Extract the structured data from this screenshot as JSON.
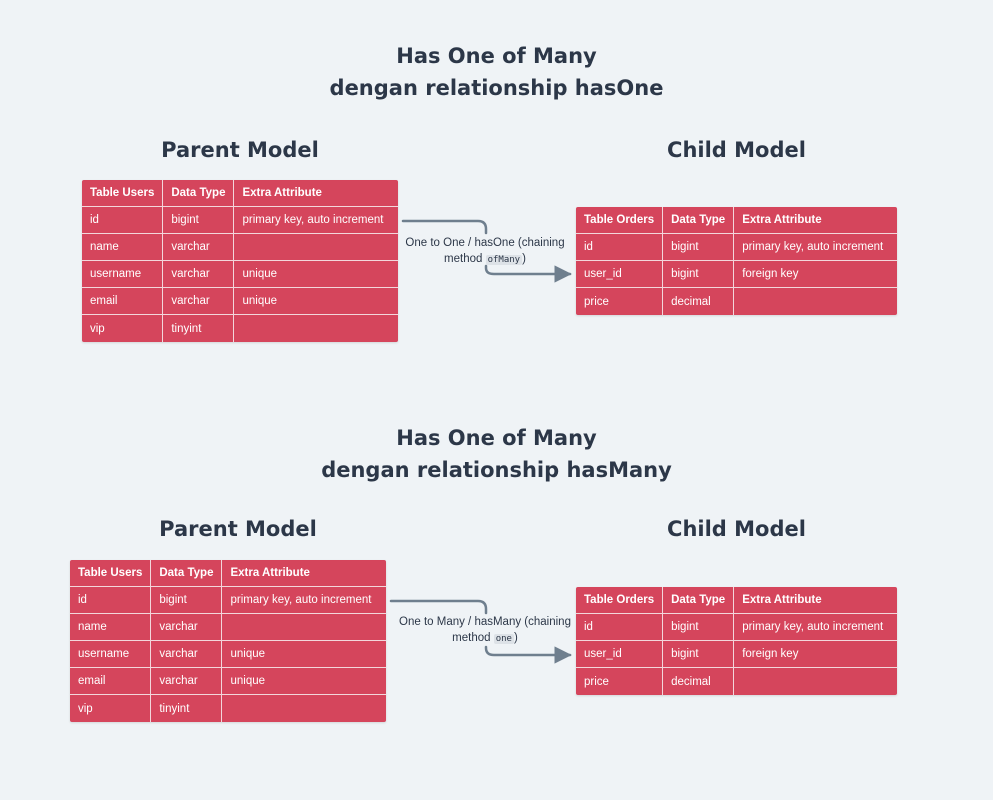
{
  "diagrams": [
    {
      "title_line1": "Has One of Many",
      "title_line2": "dengan relationship hasOne",
      "parent": {
        "label": "Parent Model",
        "headers": [
          "Table Users",
          "Data Type",
          "Extra Attribute"
        ],
        "rows": [
          [
            "id",
            "bigint",
            "primary key, auto increment"
          ],
          [
            "name",
            "varchar",
            ""
          ],
          [
            "username",
            "varchar",
            "unique"
          ],
          [
            "email",
            "varchar",
            "unique"
          ],
          [
            "vip",
            "tinyint",
            ""
          ]
        ]
      },
      "child": {
        "label": "Child Model",
        "headers": [
          "Table Orders",
          "Data Type",
          "Extra Attribute"
        ],
        "rows": [
          [
            "id",
            "bigint",
            "primary key, auto increment"
          ],
          [
            "user_id",
            "bigint",
            "foreign key"
          ],
          [
            "price",
            "decimal",
            ""
          ]
        ]
      },
      "relation": {
        "text_before": "One to One / hasOne (chaining method ",
        "code": "ofMany",
        "text_after": ")"
      }
    },
    {
      "title_line1": "Has One of Many",
      "title_line2": "dengan relationship hasMany",
      "parent": {
        "label": "Parent Model",
        "headers": [
          "Table Users",
          "Data Type",
          "Extra Attribute"
        ],
        "rows": [
          [
            "id",
            "bigint",
            "primary key, auto increment"
          ],
          [
            "name",
            "varchar",
            ""
          ],
          [
            "username",
            "varchar",
            "unique"
          ],
          [
            "email",
            "varchar",
            "unique"
          ],
          [
            "vip",
            "tinyint",
            ""
          ]
        ]
      },
      "child": {
        "label": "Child Model",
        "headers": [
          "Table Orders",
          "Data Type",
          "Extra Attribute"
        ],
        "rows": [
          [
            "id",
            "bigint",
            "primary key, auto increment"
          ],
          [
            "user_id",
            "bigint",
            "foreign key"
          ],
          [
            "price",
            "decimal",
            ""
          ]
        ]
      },
      "relation": {
        "text_before": "One to Many / hasMany (chaining method ",
        "code": "one",
        "text_after": ")"
      }
    }
  ],
  "colors": {
    "background": "#eff3f6",
    "table_fill": "#d5455c",
    "connector": "#6f7f8e",
    "text": "#2c3748"
  }
}
